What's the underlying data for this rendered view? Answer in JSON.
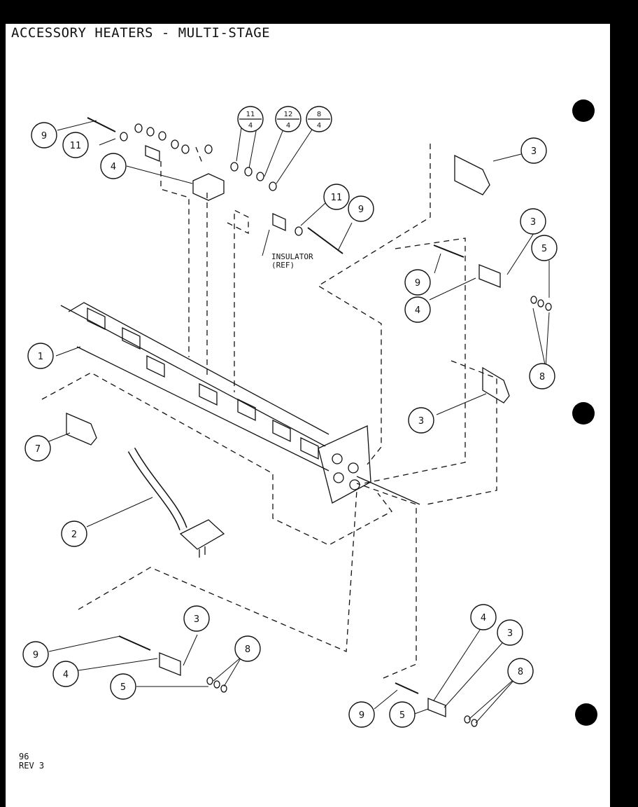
{
  "title": "ACCESSORY HEATERS - MULTI-STAGE",
  "footer": {
    "page": "96",
    "revision": "REV 3"
  },
  "callouts": [
    {
      "id": "c1",
      "label": "1"
    },
    {
      "id": "c2",
      "label": "2"
    },
    {
      "id": "c3a",
      "label": "3"
    },
    {
      "id": "c3b",
      "label": "3"
    },
    {
      "id": "c3c",
      "label": "3"
    },
    {
      "id": "c3d",
      "label": "3"
    },
    {
      "id": "c3e",
      "label": "3"
    },
    {
      "id": "c4a",
      "label": "4"
    },
    {
      "id": "c4b",
      "label": "4"
    },
    {
      "id": "c4c",
      "label": "4"
    },
    {
      "id": "c4d",
      "label": "4"
    },
    {
      "id": "c5a",
      "label": "5"
    },
    {
      "id": "c5b",
      "label": "5"
    },
    {
      "id": "c5c",
      "label": "5"
    },
    {
      "id": "c7",
      "label": "7"
    },
    {
      "id": "c8a",
      "label": "8"
    },
    {
      "id": "c8b",
      "label": "8"
    },
    {
      "id": "c8c",
      "label": "8"
    },
    {
      "id": "c9a",
      "label": "9"
    },
    {
      "id": "c9b",
      "label": "9"
    },
    {
      "id": "c9c",
      "label": "9"
    },
    {
      "id": "c9d",
      "label": "9"
    },
    {
      "id": "c9e",
      "label": "9"
    },
    {
      "id": "c11a",
      "label": "11"
    },
    {
      "id": "c11b",
      "label": "11"
    }
  ],
  "fraction_callouts": [
    {
      "top": "11",
      "bottom": "4"
    },
    {
      "top": "12",
      "bottom": "4"
    },
    {
      "top": "8",
      "bottom": "4"
    }
  ],
  "insulator_note": {
    "line1": "INSULATOR",
    "line2": "(REF)"
  }
}
